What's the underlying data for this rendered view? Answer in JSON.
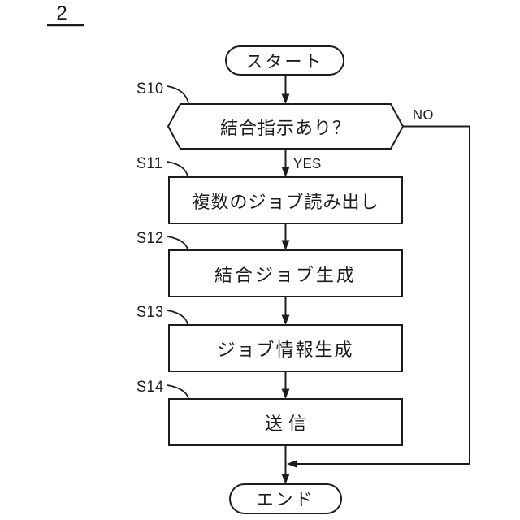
{
  "figure": {
    "number": "2"
  },
  "flowchart": {
    "start": {
      "label": "スタート"
    },
    "decision": {
      "step": "S10",
      "label": "結合指示あり？",
      "yes_label": "YES",
      "no_label": "NO"
    },
    "steps": [
      {
        "step": "S11",
        "label": "複数のジョブ読み出し"
      },
      {
        "step": "S12",
        "label": "結合ジョブ生成"
      },
      {
        "step": "S13",
        "label": "ジョブ情報生成"
      },
      {
        "step": "S14",
        "label": "送信"
      }
    ],
    "end": {
      "label": "エンド"
    }
  },
  "colors": {
    "line": "#1c1c1c",
    "background": "#ffffff"
  }
}
